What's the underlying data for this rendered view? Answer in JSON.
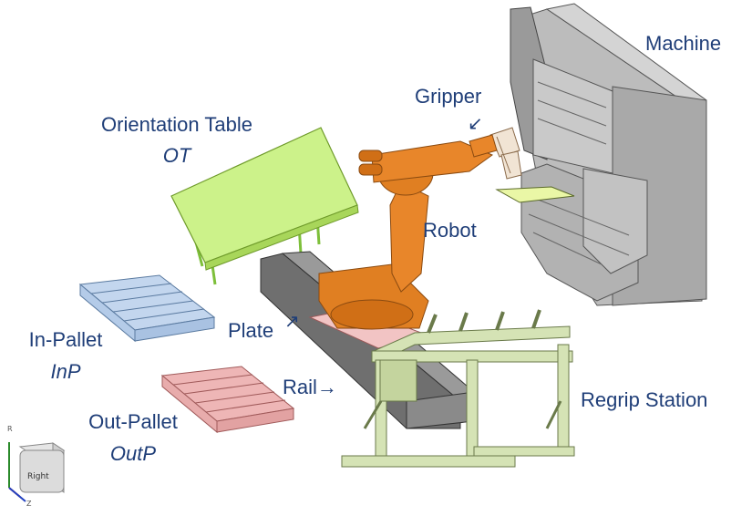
{
  "labels": {
    "machine": "Machine",
    "gripper": "Gripper",
    "gripper_arrow": "↙",
    "orientation_table": "Orientation Table",
    "orientation_table_abbr": "OT",
    "robot": "Robot",
    "plate": "Plate",
    "plate_arrow": "↗",
    "in_pallet": "In-Pallet",
    "in_pallet_abbr": "InP",
    "rail": "Rail→",
    "regrip_station": "Regrip Station",
    "out_pallet": "Out-Pallet",
    "out_pallet_abbr": "OutP"
  },
  "view_cube": {
    "face_label": "Right",
    "axis_r": "R",
    "axis_z": "Z"
  },
  "colors": {
    "label_text": "#1f3e78",
    "robot": "#e07f22",
    "orientation_table": "#ccf28a",
    "regrip_station": "#d5e3b5",
    "in_pallet": "#c3d6ee",
    "out_pallet": "#eeb6b6",
    "plate": "#f2c4c4",
    "machine": "#b8b8b8",
    "rail": "#707070"
  }
}
